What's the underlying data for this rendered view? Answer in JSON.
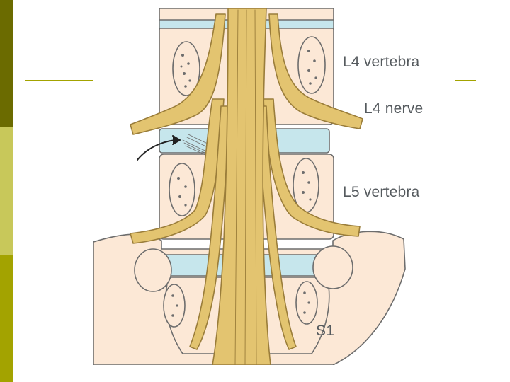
{
  "labels": {
    "l4_vertebra": "L4 vertebra",
    "l4_nerve": "L4 nerve",
    "l5_vertebra": "L5 vertebra",
    "s1": "S1"
  },
  "colors": {
    "bar_dark": "#6b6b00",
    "bar_light": "#c8c85a",
    "bar_mid": "#a3a300",
    "bone": "#fce8d6",
    "bone_outline": "#6d6d6d",
    "disc": "#c6e6ec",
    "nerve": "#e3c470",
    "nerve_outline": "#9a7d3a",
    "label_text": "#555a5e"
  }
}
